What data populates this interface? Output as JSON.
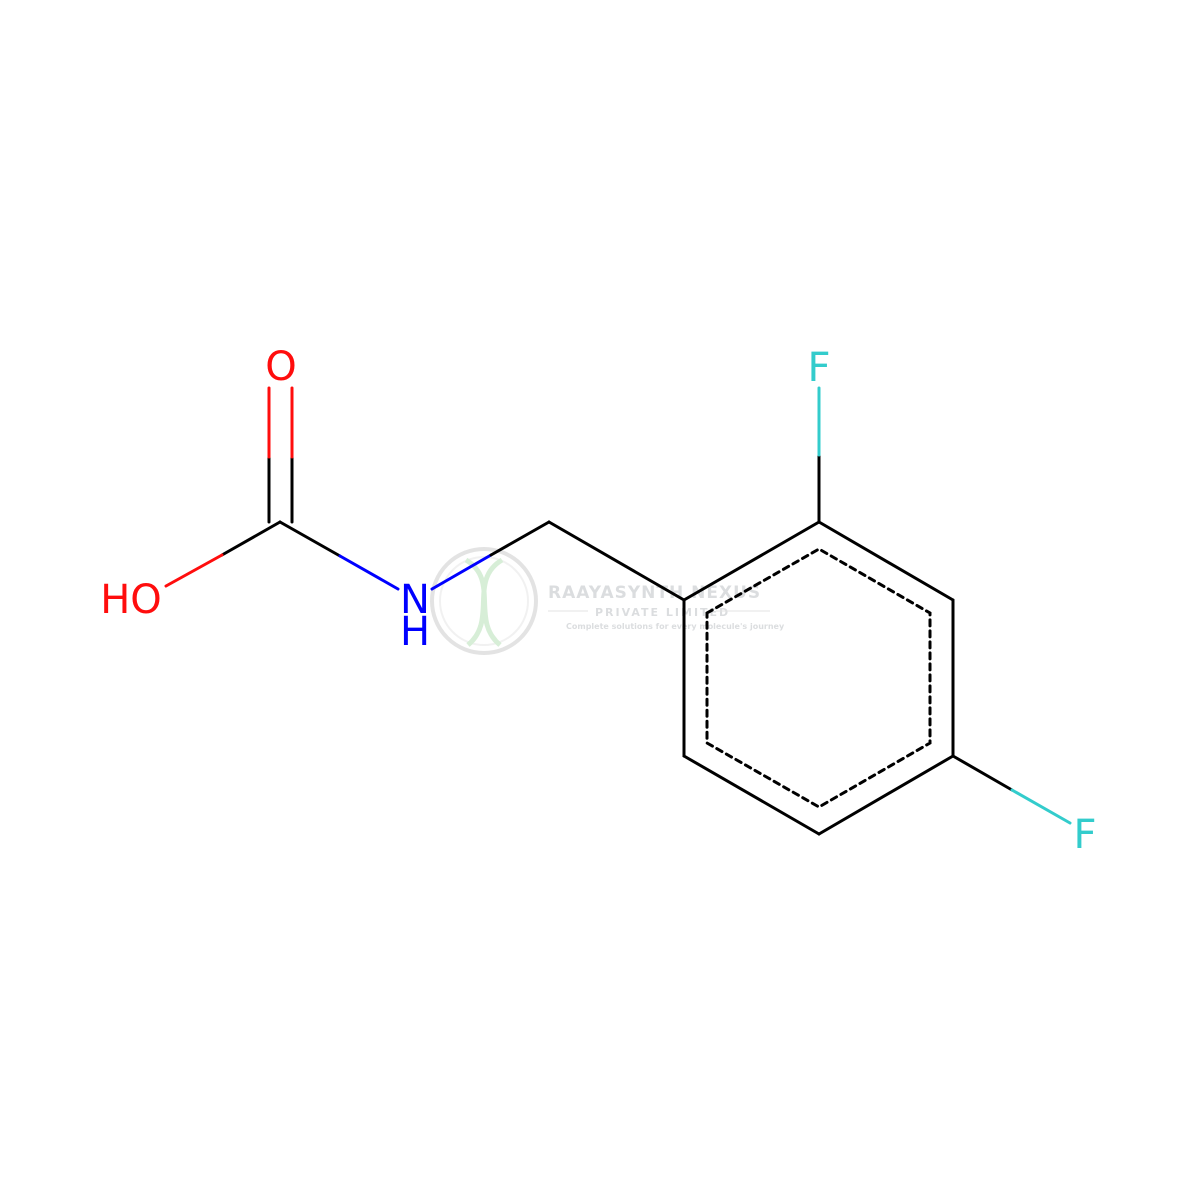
{
  "molecule": {
    "atoms": {
      "O_double": "O",
      "HO": "HO",
      "N": "N",
      "NH_H": "H",
      "F_ortho": "F",
      "F_para": "F"
    },
    "colors": {
      "oxygen": "#ff0d0d",
      "nitrogen": "#0000ff",
      "fluorine": "#33cccc",
      "carbon": "#000000"
    }
  },
  "watermark": {
    "line1": "RAAYASYNTH NEXUS",
    "line2": "PRIVATE LIMITED",
    "line3": "Complete solutions for every molecule's journey",
    "color": "#9aa0a6",
    "logo_color": "#7fbf7f"
  }
}
